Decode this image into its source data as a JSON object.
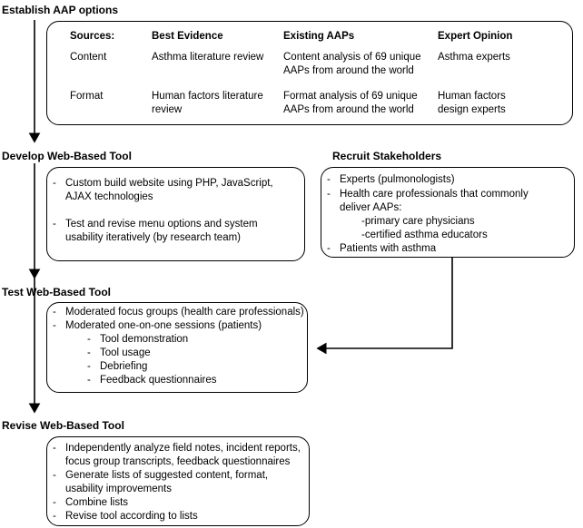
{
  "sections": {
    "establish": {
      "title": "Establish AAP options",
      "table": {
        "headers": [
          "Sources:",
          "Best Evidence",
          "Existing AAPs",
          "Expert Opinion"
        ],
        "rows": [
          [
            "Content",
            "Asthma literature review",
            "Content analysis of 69 unique AAPs from around the world",
            "Asthma experts"
          ],
          [
            "Format",
            "Human factors literature review",
            "Format analysis of 69 unique AAPs from around the world",
            "Human factors design experts"
          ]
        ]
      }
    },
    "develop": {
      "title": "Develop Web-Based Tool",
      "items": [
        "Custom build website using PHP, JavaScript, AJAX technologies",
        "Test and revise menu options and system usability iteratively (by research team)"
      ]
    },
    "recruit": {
      "title": "Recruit Stakeholders",
      "items": [
        "Experts (pulmonologists)",
        "Health care professionals that commonly deliver AAPs:",
        "Patients with asthma"
      ],
      "subitems": [
        "-primary care physicians",
        "-certified asthma educators"
      ]
    },
    "test": {
      "title": "Test Web-Based Tool",
      "items": [
        "Moderated focus groups (health care professionals)",
        "Moderated one-on-one sessions (patients)"
      ],
      "subitems": [
        "Tool demonstration",
        "Tool usage",
        "Debriefing",
        "Feedback questionnaires"
      ]
    },
    "revise": {
      "title": "Revise Web-Based Tool",
      "items": [
        "Independently analyze field notes, incident reports, focus group transcripts, feedback questionnaires",
        "Generate lists of suggested content, format, usability improvements",
        "Combine lists",
        "Revise tool according to lists"
      ]
    }
  }
}
